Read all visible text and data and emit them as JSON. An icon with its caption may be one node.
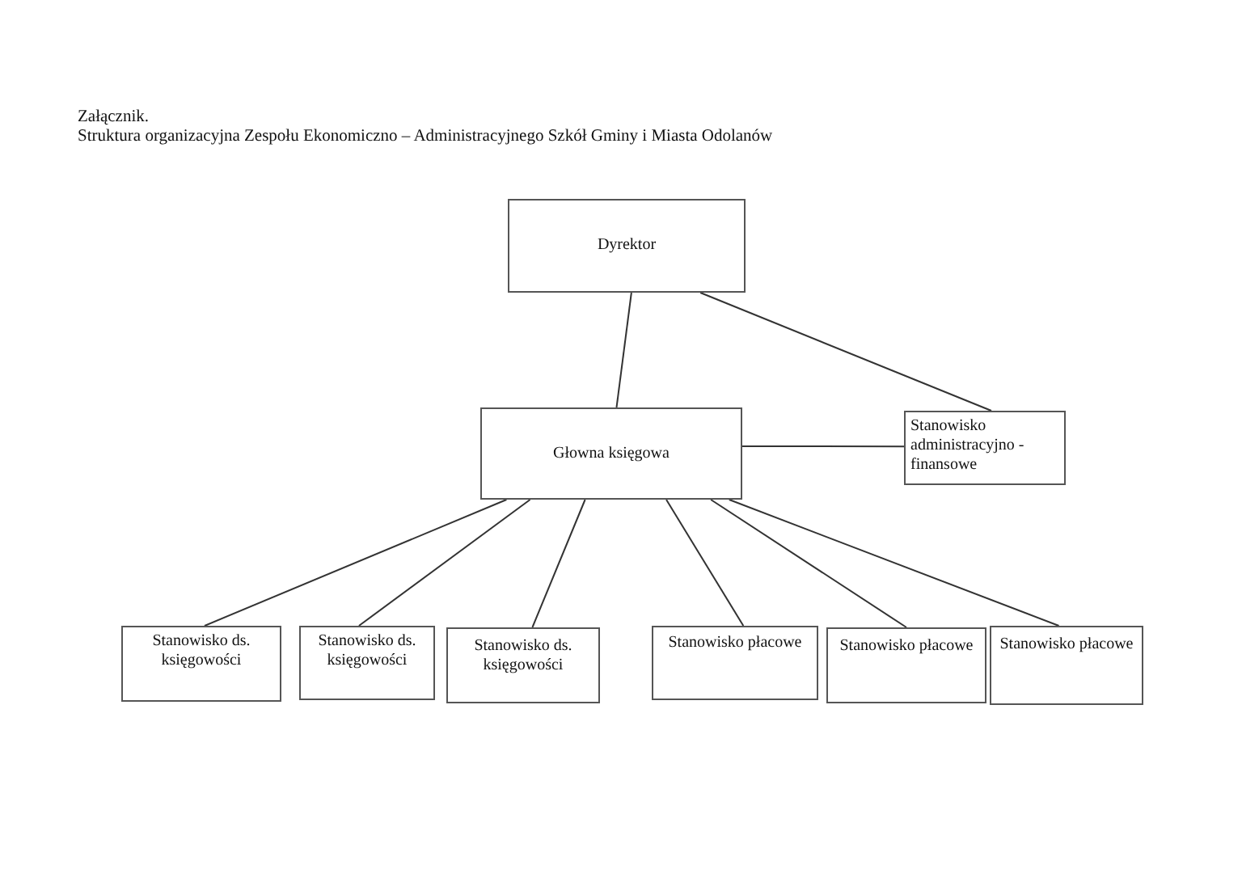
{
  "diagram": {
    "title": "Struktura organizacyjna Zespołu Ekonomiczno – Administracyjnego Szkół Gminy i Miasta Odolanów",
    "labels": [
      "Załącznik."
    ],
    "nodes": [
      {
        "text": [
          "Dyrektor"
        ]
      },
      {
        "text": [
          "Głowna księgowa"
        ]
      },
      {
        "text": [
          "Stanowisko administracyjno - finansowe"
        ]
      },
      {
        "text": [
          "Stanowisko ds. księgowości"
        ]
      },
      {
        "text": [
          "Stanowisko ds. księgowości"
        ]
      },
      {
        "text": [
          "Stanowisko ds. księgowości"
        ]
      },
      {
        "text": [
          "Stanowisko płacowe"
        ]
      },
      {
        "text": [
          "Stanowisko płacowe"
        ]
      },
      {
        "text": [
          "Stanowisko płacowe"
        ]
      }
    ],
    "edges": [
      {
        "from": 0,
        "to": 1,
        "arrow": "none"
      },
      {
        "from": 0,
        "to": 2,
        "arrow": "none"
      },
      {
        "from": 1,
        "to": 2,
        "arrow": "none"
      },
      {
        "from": 1,
        "to": 3,
        "arrow": "none"
      },
      {
        "from": 1,
        "to": 4,
        "arrow": "none"
      },
      {
        "from": 1,
        "to": 5,
        "arrow": "none"
      },
      {
        "from": 1,
        "to": 6,
        "arrow": "none"
      },
      {
        "from": 1,
        "to": 7,
        "arrow": "none"
      },
      {
        "from": 1,
        "to": 8,
        "arrow": "none"
      }
    ]
  }
}
